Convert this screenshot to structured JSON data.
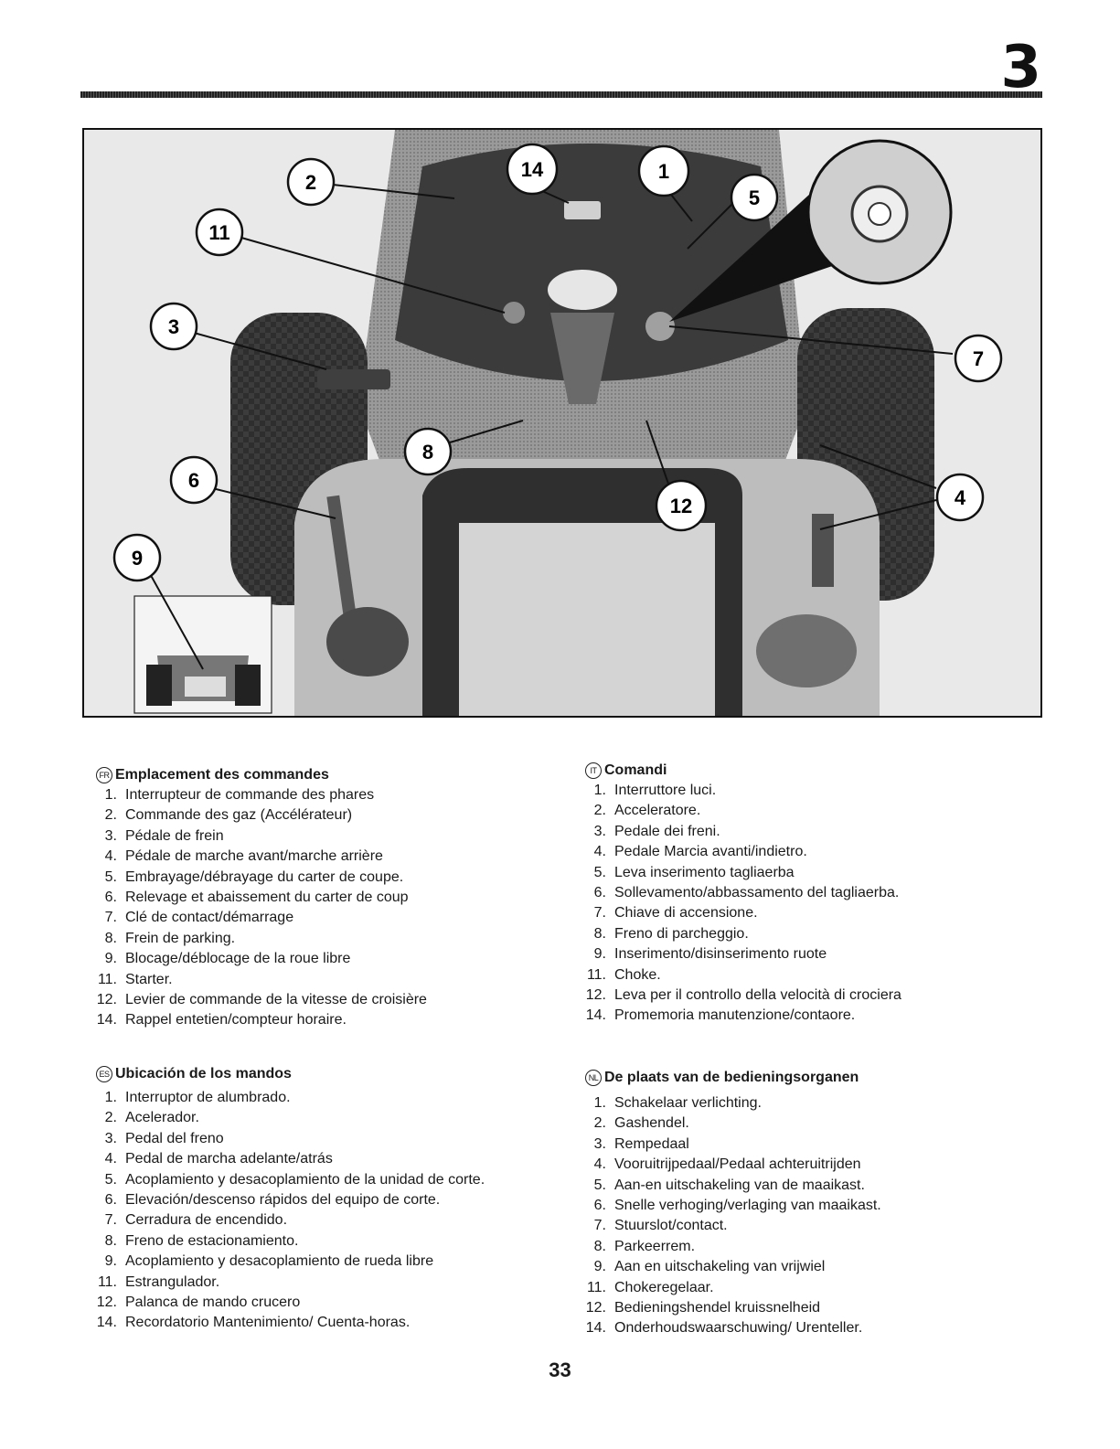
{
  "chapter_number": "3",
  "page_number": "33",
  "figure": {
    "callouts": [
      "1",
      "2",
      "3",
      "4",
      "5",
      "6",
      "7",
      "8",
      "9",
      "11",
      "12",
      "14"
    ]
  },
  "sections": [
    {
      "lang": "FR",
      "title": "Emplacement des commandes",
      "items": [
        {
          "n": "1.",
          "text": "Interrupteur de commande des phares"
        },
        {
          "n": "2.",
          "text": "Commande des gaz (Accélérateur)"
        },
        {
          "n": "3.",
          "text": "Pédale de frein"
        },
        {
          "n": "4.",
          "text": "Pédale de marche avant/marche arrière"
        },
        {
          "n": "5.",
          "text": "Embrayage/débrayage du carter de coupe."
        },
        {
          "n": "6.",
          "text": "Relevage et abaissement du carter de coup"
        },
        {
          "n": "7.",
          "text": "Clé de contact/démarrage"
        },
        {
          "n": "8.",
          "text": "Frein de parking."
        },
        {
          "n": "9.",
          "text": "Blocage/déblocage de la roue libre"
        },
        {
          "n": "11.",
          "text": "Starter."
        },
        {
          "n": "12.",
          "text": "Levier de commande de la vitesse de croisière"
        },
        {
          "n": "14.",
          "text": "Rappel entetien/compteur horaire."
        }
      ]
    },
    {
      "lang": "IT",
      "title": "Comandi",
      "items": [
        {
          "n": "1.",
          "text": "Interruttore luci."
        },
        {
          "n": "2.",
          "text": "Acceleratore."
        },
        {
          "n": "3.",
          "text": "Pedale dei freni."
        },
        {
          "n": "4.",
          "text": "Pedale Marcia avanti/indietro."
        },
        {
          "n": "5.",
          "text": "Leva inserimento tagliaerba"
        },
        {
          "n": "6.",
          "text": "Sollevamento/abbassamento del tagliaerba."
        },
        {
          "n": "7.",
          "text": "Chiave di accensione."
        },
        {
          "n": "8.",
          "text": "Freno di parcheggio."
        },
        {
          "n": "9.",
          "text": "Inserimento/disinserimento ruote"
        },
        {
          "n": "11.",
          "text": "Choke."
        },
        {
          "n": "12.",
          "text": "Leva per il controllo della velocità di crociera"
        },
        {
          "n": "14.",
          "text": "Promemoria manutenzione/contaore."
        }
      ]
    },
    {
      "lang": "ES",
      "title": "Ubicación de los mandos",
      "items": [
        {
          "n": "1.",
          "text": "Interruptor de alumbrado."
        },
        {
          "n": "2.",
          "text": "Acelerador."
        },
        {
          "n": "3.",
          "text": "Pedal del freno"
        },
        {
          "n": "4.",
          "text": "Pedal de marcha adelante/atrás"
        },
        {
          "n": "5.",
          "text": "Acoplamiento y desacoplamiento de la unidad de corte."
        },
        {
          "n": "6.",
          "text": "Elevación/descenso rápidos del equipo de corte."
        },
        {
          "n": "7.",
          "text": "Cerradura de encendido."
        },
        {
          "n": "8.",
          "text": "Freno de estacionamiento."
        },
        {
          "n": "9.",
          "text": "Acoplamiento y desacoplamiento de rueda libre"
        },
        {
          "n": "11.",
          "text": "Estrangulador."
        },
        {
          "n": "12.",
          "text": "Palanca de mando crucero"
        },
        {
          "n": "14.",
          "text": "Recordatorio Mantenimiento/ Cuenta-horas."
        }
      ]
    },
    {
      "lang": "NL",
      "title": "De plaats van de bedieningsorganen",
      "items": [
        {
          "n": "1.",
          "text": "Schakelaar verlichting."
        },
        {
          "n": "2.",
          "text": "Gashendel."
        },
        {
          "n": "3.",
          "text": "Rempedaal"
        },
        {
          "n": "4.",
          "text": "Vooruitrijpedaal/Pedaal achteruitrijden"
        },
        {
          "n": "5.",
          "text": "Aan-en uitschakeling van de maaikast."
        },
        {
          "n": "6.",
          "text": "Snelle verhoging/verlaging van maaikast."
        },
        {
          "n": "7.",
          "text": "Stuurslot/contact."
        },
        {
          "n": "8.",
          "text": "Parkeerrem."
        },
        {
          "n": "9.",
          "text": "Aan en uitschakeling van vrijwiel"
        },
        {
          "n": "11.",
          "text": "Chokeregelaar."
        },
        {
          "n": "12.",
          "text": "Bedieningshendel kruissnelheid"
        },
        {
          "n": "14.",
          "text": "Onderhoudswaarschuwing/ Urenteller."
        }
      ]
    }
  ]
}
